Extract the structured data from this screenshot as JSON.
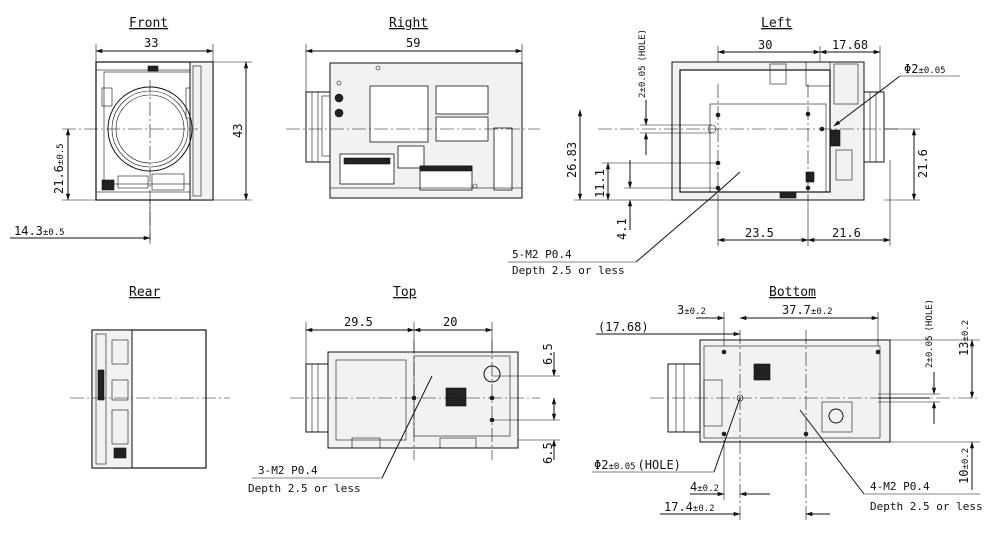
{
  "views": {
    "front": "Front",
    "right": "Right",
    "left": "Left",
    "rear": "Rear",
    "top": "Top",
    "bottom": "Bottom"
  },
  "front": {
    "width": "33",
    "height": "43",
    "center_height": "21.6",
    "center_height_tol": "±0.5",
    "center_offset": "14.3",
    "center_offset_tol": "±0.5"
  },
  "right": {
    "length": "59"
  },
  "left": {
    "d30": "30",
    "d17_68": "17.68",
    "hole_dia": "Φ2",
    "hole_dia_tol": "±0.05",
    "hole_pos_tol": "±0.05",
    "hole_pos": "2",
    "hole_label": "(HOLE)",
    "d26_83": "26.83",
    "d11_1": "11.1",
    "d4_1": "4.1",
    "d21_6v": "21.6",
    "d23_5": "23.5",
    "d21_6h": "21.6",
    "screw": "5-M2 P0.4",
    "depth": "Depth 2.5 or less"
  },
  "top": {
    "d29_5": "29.5",
    "d20": "20",
    "d6_5a": "6.5",
    "d6_5b": "6.5",
    "screw": "3-M2 P0.4",
    "depth": "Depth 2.5 or less"
  },
  "bottom": {
    "d3": "3",
    "d3_tol": "±0.2",
    "d37_7": "37.7",
    "d37_7_tol": "±0.2",
    "d17_68": "(17.68)",
    "hole_pos": "2",
    "hole_pos_tol": "±0.05",
    "hole_label": "(HOLE)",
    "d13": "13",
    "d13_tol": "±0.2",
    "d10": "10",
    "d10_tol": "±0.2",
    "hole_dia": "Φ2",
    "hole_dia_tol": "±0.05",
    "hole_dia_label": "(HOLE)",
    "d4": "4",
    "d4_tol": "±0.2",
    "d17_4": "17.4",
    "d17_4_tol": "±0.2",
    "screw": "4-M2 P0.4",
    "depth": "Depth 2.5 or less"
  }
}
